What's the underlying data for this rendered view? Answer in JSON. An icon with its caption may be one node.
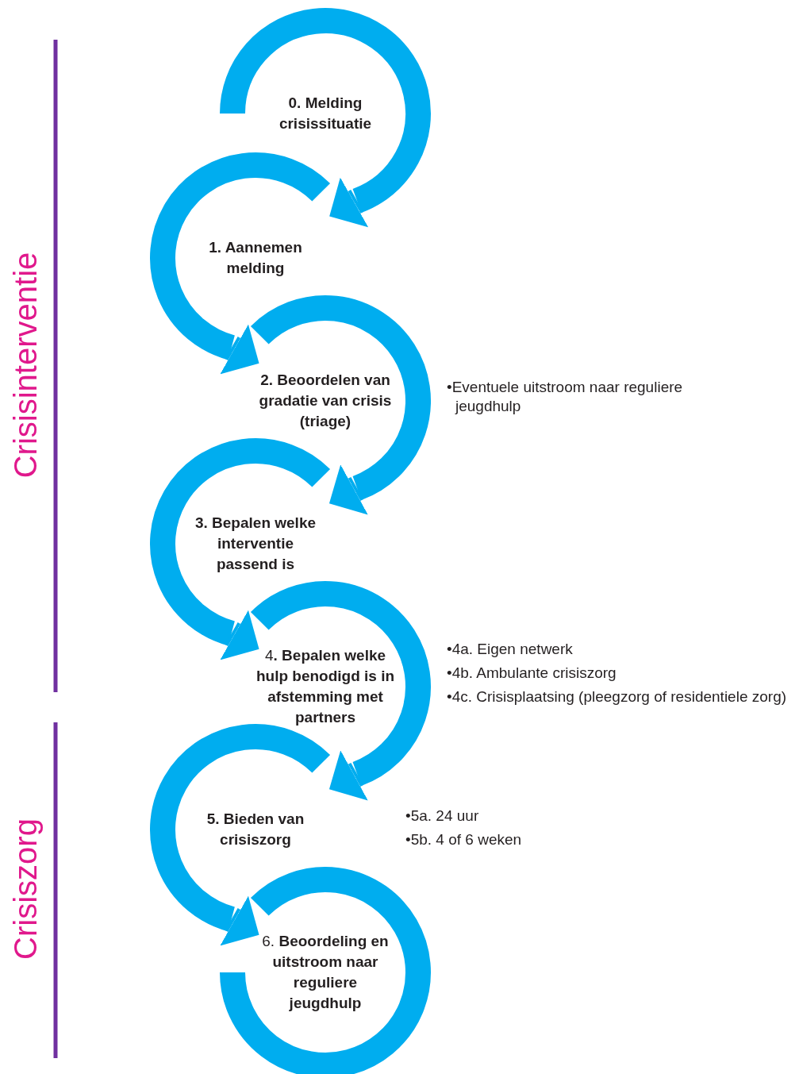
{
  "diagram": {
    "nodes": [
      {
        "text": [
          "0. Melding crisissituatie"
        ]
      },
      {
        "text": [
          "1. Aannemen melding"
        ]
      },
      {
        "text": [
          "2. Beoordelen van gradatie van crisis (triage)"
        ],
        "beside": [
          "•Eventuele uitstroom naar reguliere jeugdhulp"
        ]
      },
      {
        "text": [
          "3. Bepalen welke interventie passend is"
        ]
      },
      {
        "text": [
          "4**. Bepalen welke hulp benodigd is in afstemming met partners**"
        ],
        "beside": [
          "•4a. Eigen netwerk",
          "•4b. Ambulante crisiszorg",
          "•4c. Crisisplaatsing (pleegzorg of residentiele zorg)"
        ]
      },
      {
        "text": [
          "5. Bieden van crisiszorg"
        ],
        "beside": [
          "•5a. 24 uur",
          "•5b. 4 of 6 weken"
        ]
      },
      {
        "text": [
          "6. **Beoordeling en uitstroom naar reguliere jeugdhulp**"
        ]
      }
    ],
    "edges": [
      {
        "from": 0,
        "to": 1,
        "arrow": "to"
      },
      {
        "from": 1,
        "to": 2,
        "arrow": "to"
      },
      {
        "from": 2,
        "to": 3,
        "arrow": "to"
      },
      {
        "from": 3,
        "to": 4,
        "arrow": "to"
      },
      {
        "from": 4,
        "to": 5,
        "arrow": "to"
      },
      {
        "from": 5,
        "to": 6,
        "arrow": "to"
      }
    ],
    "labels": [
      "Crisisinterventie",
      "Crisiszorg"
    ]
  }
}
